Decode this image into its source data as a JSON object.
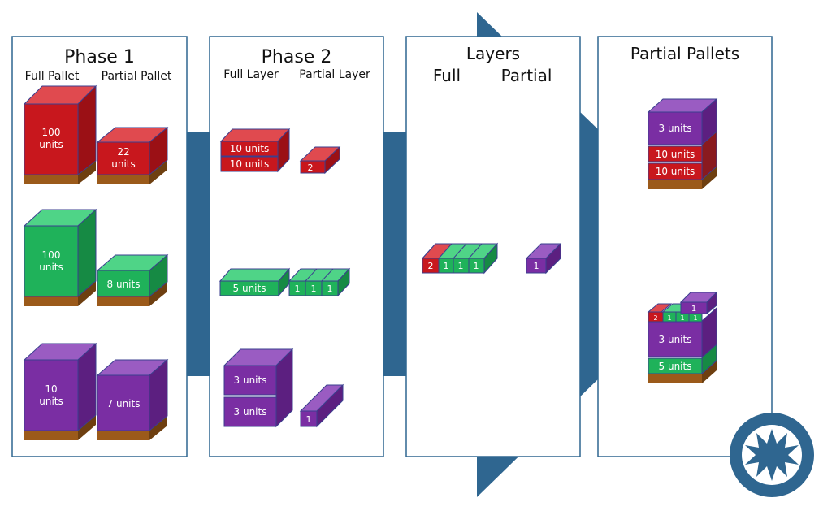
{
  "phase1": {
    "title": "Phase 1",
    "full_label": "Full Pallet",
    "partial_label": "Partial Pallet",
    "red_full": "100\nunits",
    "red_partial": "22\nunits",
    "green_full": "100\nunits",
    "green_partial": "8 units",
    "purple_full": "10\nunits",
    "purple_partial": "7 units"
  },
  "phase2": {
    "title": "Phase 2",
    "full_label": "Full  Layer",
    "partial_label": "Partial Layer",
    "red_layer_1": "10 units",
    "red_layer_2": "10 units",
    "red_partial": "2",
    "green_layer": "5 units",
    "green_partials": [
      "1",
      "1",
      "1"
    ],
    "purple_layer_1": "3 units",
    "purple_layer_2": "3 units",
    "purple_partial": "1"
  },
  "layers": {
    "title": "Layers",
    "full_label": "Full",
    "partial_label": "Partial",
    "full_cells": [
      "2",
      "1",
      "1",
      "1"
    ],
    "partial_cell": "1"
  },
  "partial_pallets": {
    "title": "Partial Pallets",
    "stack1": [
      "3 units",
      "10 units",
      "10 units"
    ],
    "stack2_top": [
      "2",
      "1",
      "1",
      "1"
    ],
    "stack2_top_purple": "1",
    "stack2": [
      "3 units",
      "5 units"
    ]
  },
  "colors": {
    "red": "#c8171d",
    "green": "#1fb25a",
    "purple": "#7a2ea3",
    "wood": "#9b5a1a",
    "arrow": "#2f6690",
    "panel_border": "#2f6690"
  },
  "logo": {
    "icon": "star-compass-icon"
  }
}
